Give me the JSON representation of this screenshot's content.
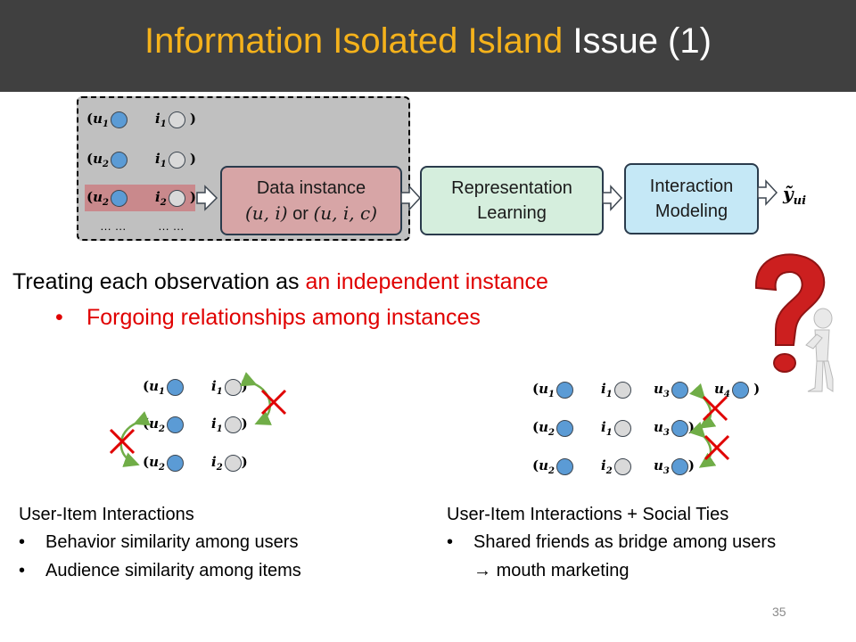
{
  "title": {
    "part1": "Information Isolated Island",
    "part2": " Issue (1)"
  },
  "pipeline": {
    "ellipsis1": "… …",
    "ellipsis2": "… …",
    "box1_line1": "Data instance",
    "box1_line2_a": "(u, i)",
    "box1_line2_or": " or ",
    "box1_line2_b": "(u, i, c)",
    "box2_line1": "Representation",
    "box2_line2": "Learning",
    "box3_line1": "Interaction",
    "box3_line2": "Modeling",
    "output_label": "ỹ",
    "output_sub": "ui"
  },
  "statement": {
    "lead": "Treating each observation as ",
    "highlight": "an independent instance",
    "bullet_mark": "•",
    "bullet": "Forgoing relationships among instances"
  },
  "left_panel": {
    "heading": "User-Item Interactions",
    "bullets": [
      "Behavior similarity among users",
      "Audience similarity among items"
    ]
  },
  "right_panel": {
    "heading": "User-Item Interactions + Social Ties",
    "bullets": [
      "Shared friends as bridge among users",
      "mouth marketing"
    ],
    "arrow": "→"
  },
  "bullet_char": "•",
  "page_number": "35",
  "colors": {
    "title_bg": "#404040",
    "title_highlight": "#f5b21b",
    "accent_red": "#e00000",
    "user_node": "#5b9bd5",
    "item_node": "#d9d9d9"
  }
}
